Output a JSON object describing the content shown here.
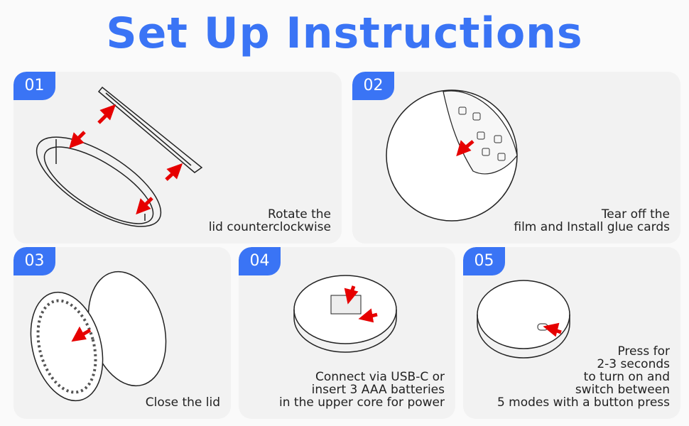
{
  "title": "Set Up Instructions",
  "steps": [
    {
      "number": "01",
      "lines": [
        "Rotate the",
        "lid counterclockwise"
      ]
    },
    {
      "number": "02",
      "lines": [
        "Tear off the",
        "film and Install glue cards"
      ]
    },
    {
      "number": "03",
      "lines": [
        "Close the lid"
      ]
    },
    {
      "number": "04",
      "lines": [
        "Connect via USB-C or",
        "insert 3 AAA batteries",
        "in the upper core for power"
      ]
    },
    {
      "number": "05",
      "lines": [
        "Press for",
        "2-3 seconds",
        "to turn on and",
        "switch between",
        "5 modes with a button press"
      ]
    }
  ],
  "colors": {
    "accent": "#3a74f5",
    "arrow": "#e60000",
    "card": "#f2f2f2"
  }
}
